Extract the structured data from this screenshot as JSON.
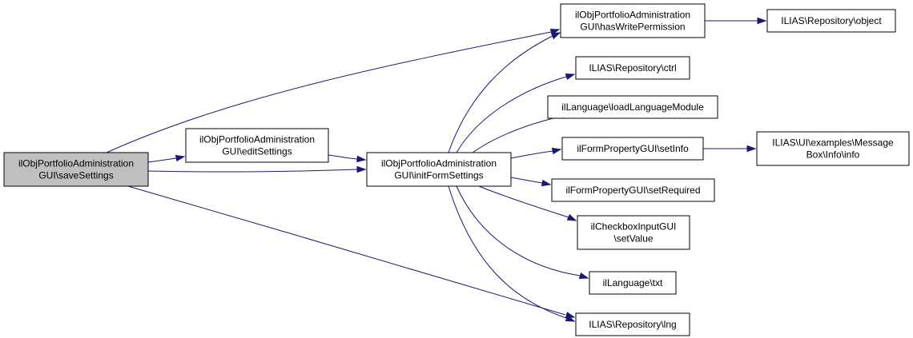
{
  "colors": {
    "edge": "#191970",
    "node_border": "#000000",
    "node_fill": "#ffffff",
    "focus_fill": "#bfbfbf"
  },
  "nodes": {
    "save_settings": [
      "ilObjPortfolioAdministration",
      "GUI\\saveSettings"
    ],
    "edit_settings": [
      "ilObjPortfolioAdministration",
      "GUI\\editSettings"
    ],
    "init_form_settings": [
      "ilObjPortfolioAdministration",
      "GUI\\initFormSettings"
    ],
    "has_write_permission": [
      "ilObjPortfolioAdministration",
      "GUI\\hasWritePermission"
    ],
    "repository_object": [
      "ILIAS\\Repository\\object"
    ],
    "repository_ctrl": [
      "ILIAS\\Repository\\ctrl"
    ],
    "load_language_module": [
      "ilLanguage\\loadLanguageModule"
    ],
    "set_info": [
      "ilFormPropertyGUI\\setInfo"
    ],
    "message_box_info": [
      "ILIAS\\UI\\examples\\Message",
      "Box\\Info\\info"
    ],
    "set_required": [
      "ilFormPropertyGUI\\setRequired"
    ],
    "checkbox_set_value": [
      "ilCheckboxInputGUI",
      "\\setValue"
    ],
    "language_txt": [
      "ilLanguage\\txt"
    ],
    "repository_lng": [
      "ILIAS\\Repository\\lng"
    ]
  }
}
